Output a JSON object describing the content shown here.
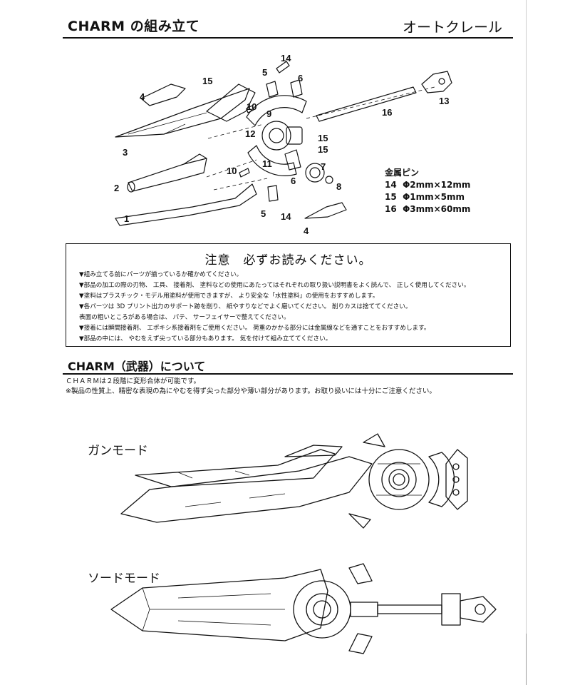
{
  "header": {
    "title": "CHARM の組み立て",
    "author": "オートクレール"
  },
  "assembly": {
    "part_numbers": [
      "1",
      "2",
      "3",
      "4",
      "4",
      "5",
      "5",
      "6",
      "6",
      "7",
      "8",
      "9",
      "10",
      "10",
      "11",
      "12",
      "13",
      "14",
      "14",
      "15",
      "15",
      "15",
      "16"
    ],
    "pin_legend": {
      "title": "金属ピン",
      "rows": [
        {
          "num": "14",
          "spec": "Φ2mm×12mm"
        },
        {
          "num": "15",
          "spec": "Φ1mm×5mm"
        },
        {
          "num": "16",
          "spec": "Φ3mm×60mm"
        }
      ]
    }
  },
  "notice": {
    "title": "注意　必ずお読みください。",
    "items": [
      "▼組み立てる前にパーツが揃っているか確かめてください。",
      "▼部品の加工の際の刃物、 工具、 接着剤、 塗料などの使用にあたってはそれぞれの取り扱い説明書をよく読んで、 正しく使用してください。",
      "▼塗料はプラスチック・モデル用塗料が使用できますが、 より安全な「水性塗料」の使用をおすすめします。",
      "▼各パーツは 3D プリント出力のサポート跡を削り、 紙やすりなどでよく磨いてください。 削りカスは捨ててください。",
      "表面の粗いところがある場合は、 パテ、 サーフェイサーで整えてください。",
      "▼接着には瞬間接着剤、 エポキシ系接着剤をご使用ください。 荷重のかかる部分には金属線などを通すことをおすすめします。",
      "▼部品の中には、 やむをえず尖っている部分もあります。 気を付けて組み立ててください。"
    ]
  },
  "about": {
    "title": "CHARM（武器）について",
    "lines": [
      "ＣＨＡＲＭは２段階に変形合体が可能です。",
      "※製品の性質上、精密な表現の為にやむを得ず尖った部分や薄い部分があります。お取り扱いには十分にご注意ください。"
    ]
  },
  "modes": {
    "gun": "ガンモード",
    "sword": "ソードモード"
  }
}
